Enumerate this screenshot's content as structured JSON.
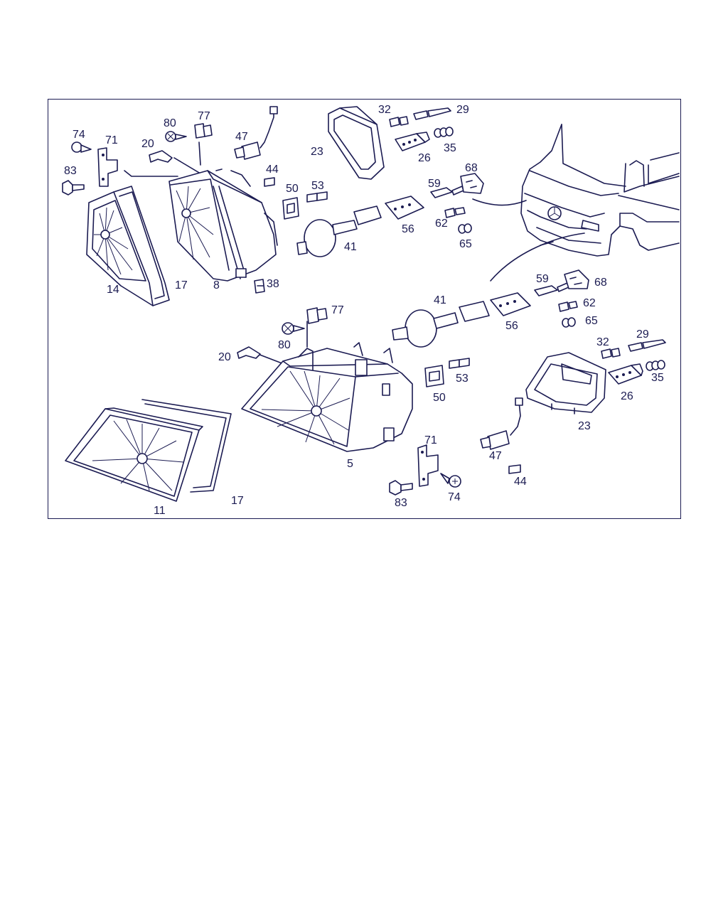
{
  "diagram": {
    "line_color": "#1b1b52",
    "upper_assembly_labels": {
      "p74": "74",
      "p71": "71",
      "p83": "83",
      "p20": "20",
      "p80": "80",
      "p77": "77",
      "p47": "47",
      "p44": "44",
      "p14": "14",
      "p17": "17",
      "p8": "8",
      "p38": "38",
      "p23": "23",
      "p32": "32",
      "p29": "29",
      "p26": "26",
      "p35": "35",
      "p50": "50",
      "p53": "53",
      "p41": "41",
      "p56": "56",
      "p59": "59",
      "p68": "68",
      "p62": "62",
      "p65": "65"
    },
    "lower_assembly_labels": {
      "p59": "59",
      "p68": "68",
      "p41": "41",
      "p56": "56",
      "p62": "62",
      "p65": "65",
      "p77": "77",
      "p80": "80",
      "p20": "20",
      "p32": "32",
      "p29": "29",
      "p53": "53",
      "p26": "26",
      "p35": "35",
      "p50": "50",
      "p23": "23",
      "p71": "71",
      "p47": "47",
      "p44": "44",
      "p5": "5",
      "p74": "74",
      "p83": "83",
      "p11": "11",
      "p17": "17"
    }
  }
}
